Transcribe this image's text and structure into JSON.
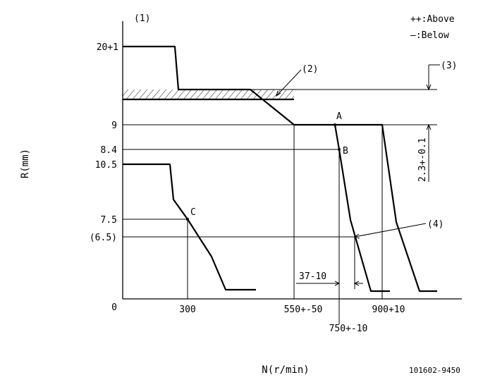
{
  "legend": {
    "above": "++:Above",
    "below": "—:Below"
  },
  "callouts": {
    "c1": "(1)",
    "c2": "(2)",
    "c3": "(3)",
    "c4": "(4)"
  },
  "axes": {
    "y_title": "R(mm)",
    "x_title": "N(r/min)"
  },
  "y_ticks": {
    "t20": "20+1",
    "t9": "9",
    "t84": "8.4",
    "t105": "10.5",
    "t75": "7.5",
    "t65": "(6.5)",
    "t0": "0"
  },
  "x_ticks": {
    "t300": "300",
    "t550": "550+-50",
    "t750": "750+-10",
    "t900": "900+10"
  },
  "points": {
    "a": "A",
    "b": "B",
    "c": "C"
  },
  "dims": {
    "d23": "2.3+-0.1",
    "d37": "37-10"
  },
  "doc_id": "101602-9450"
}
